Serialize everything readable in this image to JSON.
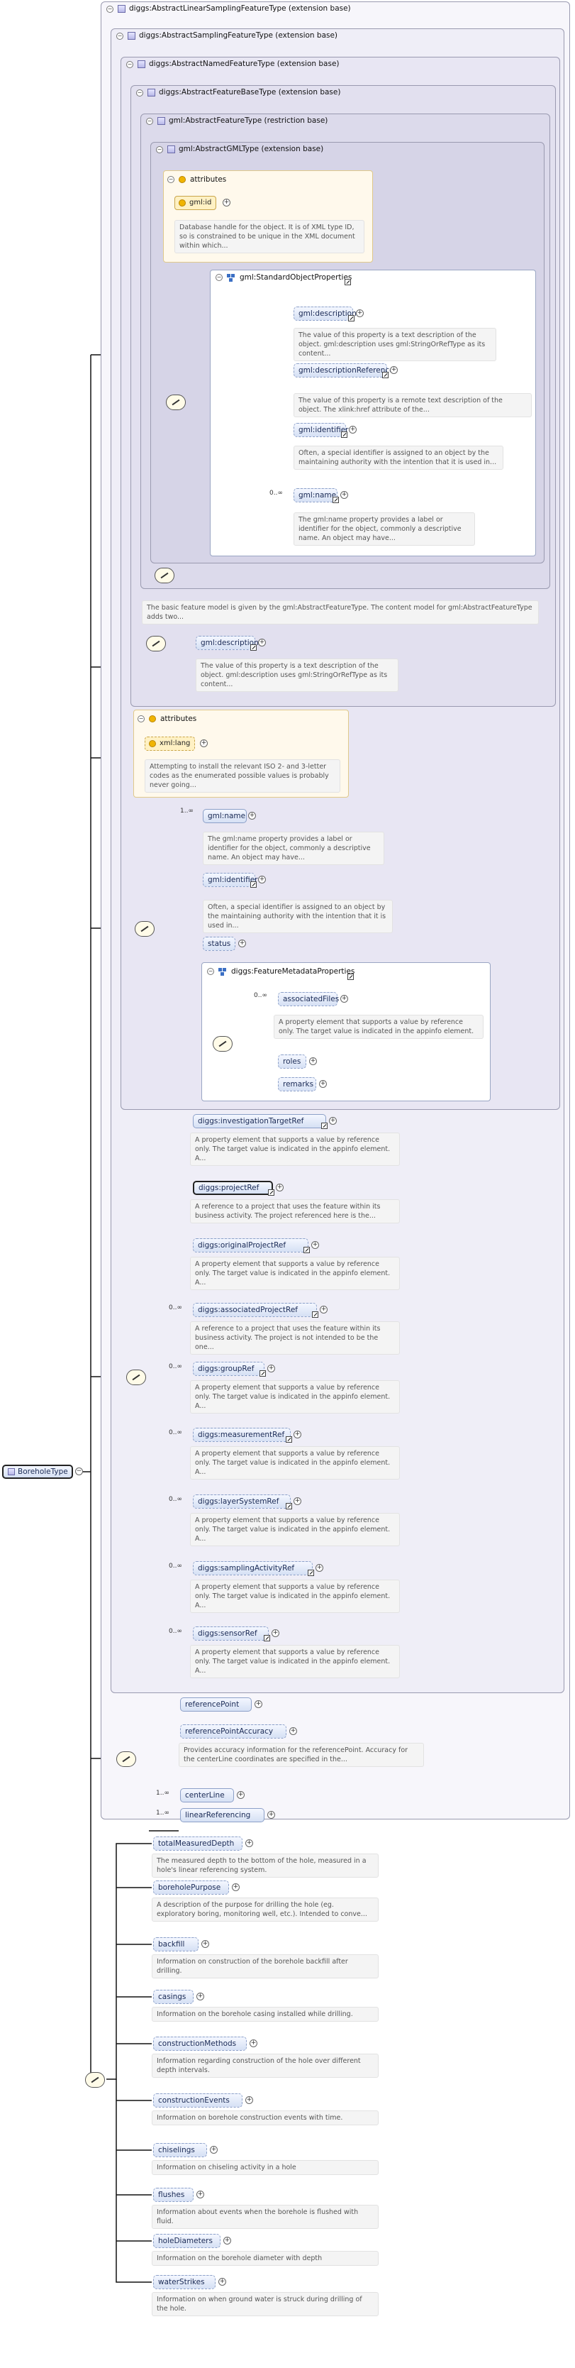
{
  "root": {
    "label": "BoreholeType"
  },
  "frames": {
    "linear_sampling": "diggs:AbstractLinearSamplingFeatureType (extension base)",
    "sampling": "diggs:AbstractSamplingFeatureType (extension base)",
    "named": "diggs:AbstractNamedFeatureType (extension base)",
    "featurebase": "diggs:AbstractFeatureBaseType (extension base)",
    "gml_feature": "gml:AbstractFeatureType (restriction base)",
    "gml_gml": "gml:AbstractGMLType (extension base)"
  },
  "attributes_label": "attributes",
  "gml_id": {
    "label": "gml:id",
    "doc": "Database handle for the object. It is of XML type ID, so is constrained to be unique in the XML document within which..."
  },
  "standard_props": {
    "title": "gml:StandardObjectProperties",
    "items": [
      {
        "label": "gml:description",
        "doc": "The value of this property is a text description of the object. gml:description uses gml:StringOrRefType as its content..."
      },
      {
        "label": "gml:descriptionReference",
        "doc": "The value of this property is a remote text description of the object. The xlink:href attribute of the..."
      },
      {
        "label": "gml:identifier",
        "doc": "Often, a special identifier is assigned to an object by the maintaining authority with the intention that it is used in..."
      },
      {
        "label": "gml:name",
        "card": "0..∞",
        "doc": "The gml:name property provides a label or identifier for the object, commonly a descriptive name. An object may have..."
      }
    ]
  },
  "feature_model_doc": "The basic feature model is given by the gml:AbstractFeatureType. The content model for gml:AbstractFeatureType adds two...",
  "fb_description": {
    "label": "gml:description",
    "doc": "The value of this property is a text description of the object. gml:description uses gml:StringOrRefType as its content..."
  },
  "xml_lang": {
    "label": "xml:lang",
    "doc": "Attempting to install the relevant ISO 2- and 3-letter codes as the enumerated possible values is probably never going..."
  },
  "named": {
    "name": {
      "label": "gml:name",
      "card": "1..∞",
      "doc": "The gml:name property provides a label or identifier for the object, commonly a descriptive name. An object may have..."
    },
    "identifier": {
      "label": "gml:identifier",
      "doc": "Often, a special identifier is assigned to an object by the maintaining authority with the intention that it is used in..."
    },
    "status": {
      "label": "status"
    },
    "fmp": {
      "title": "diggs:FeatureMetadataProperties",
      "associated": {
        "label": "associatedFiles",
        "card": "0..∞",
        "doc": "A property element that supports a value by reference only. The target value is indicated in the appinfo element."
      },
      "roles": {
        "label": "roles"
      },
      "remarks": {
        "label": "remarks"
      }
    }
  },
  "sampling_items": [
    {
      "label": "diggs:investigationTargetRef",
      "card": "",
      "doc": "A property element that supports a value by reference only. The target value is indicated in the appinfo element. A..."
    },
    {
      "label": "diggs:projectRef",
      "card": "",
      "doc": "A reference to a project that uses the feature within its business activity. The project referenced here is the..."
    },
    {
      "label": "diggs:originalProjectRef",
      "card": "",
      "doc": "A property element that supports a value by reference only. The target value is indicated in the appinfo element. A..."
    },
    {
      "label": "diggs:associatedProjectRef",
      "card": "0..∞",
      "doc": "A reference to a project that uses the feature within its business activity. The project is not intended to be the one..."
    },
    {
      "label": "diggs:groupRef",
      "card": "0..∞",
      "doc": "A property element that supports a value by reference only. The target value is indicated in the appinfo element. A..."
    },
    {
      "label": "diggs:measurementRef",
      "card": "0..∞",
      "doc": "A property element that supports a value by reference only. The target value is indicated in the appinfo element. A..."
    },
    {
      "label": "diggs:layerSystemRef",
      "card": "0..∞",
      "doc": "A property element that supports a value by reference only. The target value is indicated in the appinfo element. A..."
    },
    {
      "label": "diggs:samplingActivityRef",
      "card": "0..∞",
      "doc": "A property element that supports a value by reference only. The target value is indicated in the appinfo element. A..."
    },
    {
      "label": "diggs:sensorRef",
      "card": "0..∞",
      "doc": "A property element that supports a value by reference only. The target value is indicated in the appinfo element. A..."
    }
  ],
  "linear_items": [
    {
      "label": "referencePoint",
      "card": "",
      "doc": ""
    },
    {
      "label": "referencePointAccuracy",
      "card": "",
      "doc": "Provides accuracy information for the referencePoint. Accuracy for the centerLine coordinates are specified in the..."
    },
    {
      "label": "centerLine",
      "card": "1..∞",
      "doc": ""
    },
    {
      "label": "linearReferencing",
      "card": "1..∞",
      "doc": ""
    }
  ],
  "borehole_items": [
    {
      "label": "totalMeasuredDepth",
      "doc": "The measured depth to the bottom of the hole, measured in a hole's linear referencing system."
    },
    {
      "label": "boreholePurpose",
      "doc": "A description of the purpose for drilling the hole (eg. exploratory boring, monitoring well, etc.). Intended to conve..."
    },
    {
      "label": "backfill",
      "doc": "Information on construction of the borehole backfill after drilling."
    },
    {
      "label": "casings",
      "doc": "Information on the borehole casing installed while drilling."
    },
    {
      "label": "constructionMethods",
      "doc": "Information regarding construction of the hole over different depth intervals."
    },
    {
      "label": "constructionEvents",
      "doc": "Information on borehole construction events with time."
    },
    {
      "label": "chiselings",
      "doc": "Information on chiseling activity in a hole"
    },
    {
      "label": "flushes",
      "doc": "Information about events when the borehole is flushed with fluid."
    },
    {
      "label": "holeDiameters",
      "doc": "Information on the borehole diameter with depth"
    },
    {
      "label": "waterStrikes",
      "doc": "Information on when ground water is struck during drilling of the hole."
    }
  ]
}
